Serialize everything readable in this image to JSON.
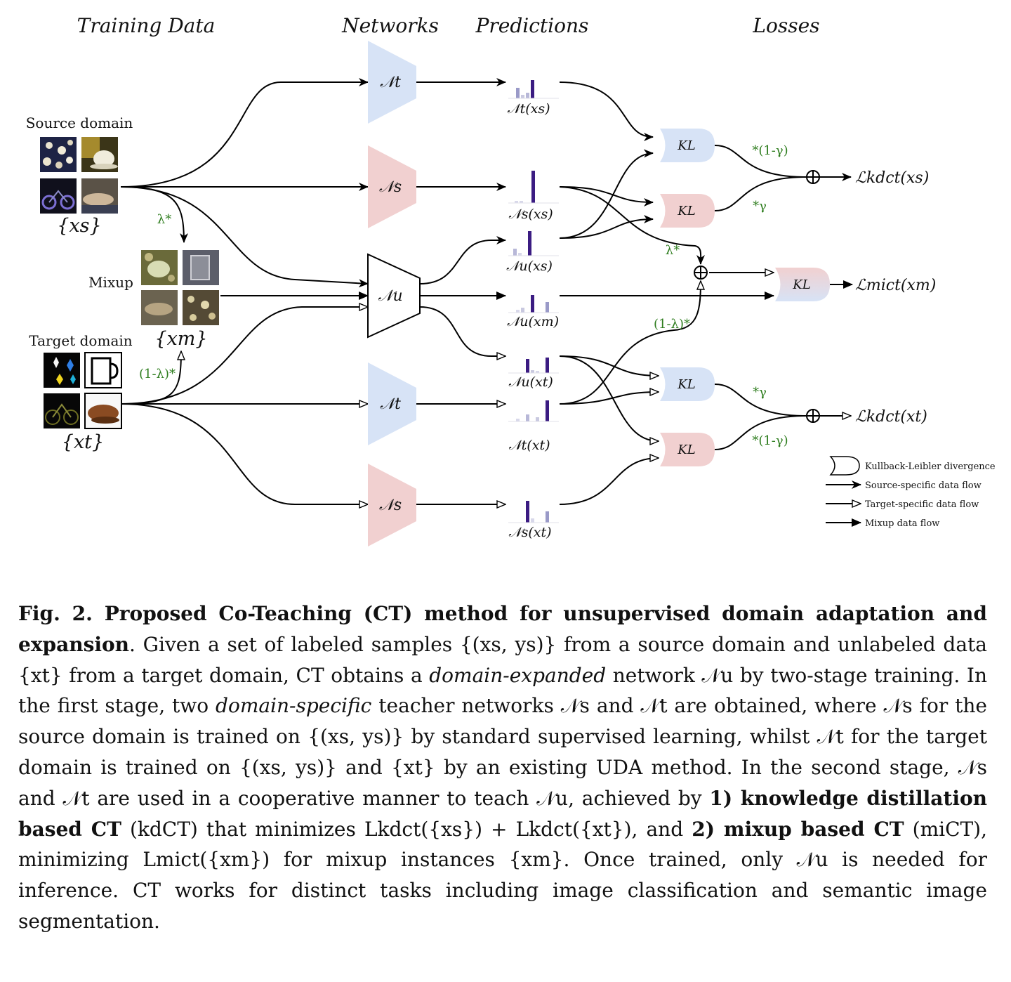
{
  "headers": {
    "training_data": "Training Data",
    "networks": "Networks",
    "predictions": "Predictions",
    "losses": "Losses"
  },
  "data_labels": {
    "source_domain": "Source domain",
    "mixup": "Mixup",
    "target_domain": "Target domain",
    "xs_set": "{xs}",
    "xm_set": "{xm}",
    "xt_set": "{xt}"
  },
  "networks": {
    "nt_top": "𝒩t",
    "ns_top": "𝒩s",
    "nu": "𝒩u",
    "nt_bottom": "𝒩t",
    "ns_bottom": "𝒩s"
  },
  "predictions": {
    "nt_xs": "𝒩t(xs)",
    "ns_xs": "𝒩s(xs)",
    "nu_xs": "𝒩u(xs)",
    "nu_xm": "𝒩u(xm)",
    "nu_xt": "𝒩u(xt)",
    "nt_xt": "𝒩t(xt)",
    "ns_xt": "𝒩s(xt)"
  },
  "weights": {
    "lambda_star": "λ*",
    "one_minus_lambda_star": "(1-λ)*",
    "star_one_minus_gamma": "*(1-γ)",
    "star_gamma": "*γ"
  },
  "kl_label": "KL",
  "losses": {
    "kdct_xs": "ℒkdct(xs)",
    "mict_xm": "ℒmict(xm)",
    "kdct_xt": "ℒkdct(xt)"
  },
  "legend": {
    "kl": "Kullback-Leibler divergence",
    "source": "Source-specific data flow",
    "target": "Target-specific data flow",
    "mixup": "Mixup data flow"
  },
  "caption": {
    "title": "Fig. 2. Proposed Co-Teaching (CT) method for unsupervised domain adaptation and expansion",
    "s1": ". Given a set of labeled samples {(xs, ys)} from a source domain and unlabeled data {xt} from a target domain, CT obtains a ",
    "em1": "domain-expanded",
    "s2": " network 𝒩u by two-stage training. In the first stage, two ",
    "em2": "domain-specific",
    "s3": " teacher networks 𝒩s and 𝒩t are obtained, where 𝒩s for the source domain is trained on {(xs, ys)} by standard supervised learning, whilst 𝒩t for the target domain is trained on {(xs, ys)} and {xt} by an existing UDA method. In the second stage, 𝒩s and 𝒩t are used in a cooperative manner to teach 𝒩u, achieved by ",
    "b1": "1) knowledge distillation based CT",
    "s4": " (kdCT) that minimizes Lkdct({xs}) + Lkdct({xt}), and ",
    "b2": "2) mixup based CT",
    "s5": " (miCT), minimizing Lmict({xm}) for mixup instances {xm}. Once trained, only 𝒩u is needed for inference. CT works for distinct tasks including image classification and semantic image segmentation."
  },
  "colors": {
    "teacher_target": "#d7e3f6",
    "teacher_source": "#f1d0d0",
    "bar_dark": "#3b1c82",
    "bar_light": "#9a9ac8",
    "weight_green": "#2e7d1e"
  }
}
